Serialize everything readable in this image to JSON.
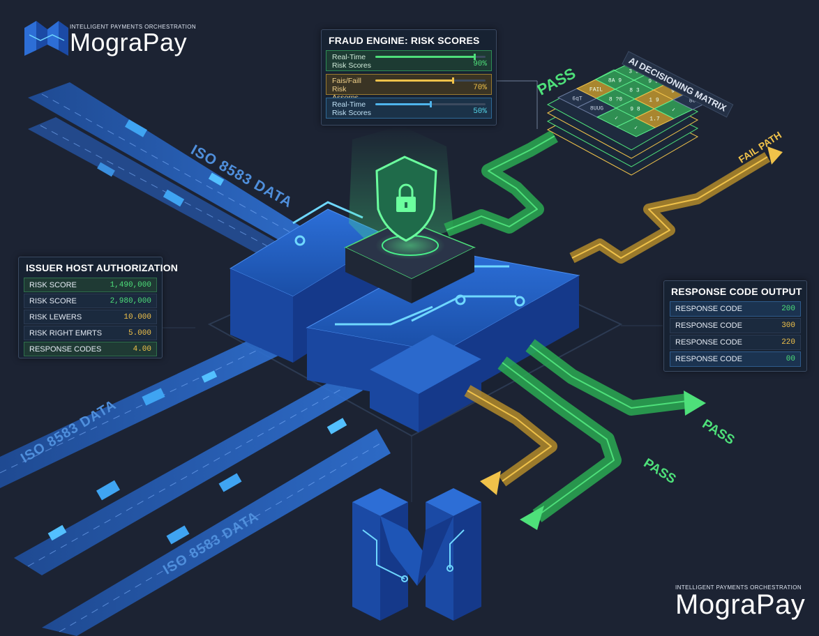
{
  "brand": {
    "tagline": "INTELLIGENT PAYMENTS ORCHESTRATION",
    "name": "MograPay"
  },
  "fraud_engine": {
    "title": "FRAUD ENGINE: RISK SCORES",
    "rows": [
      {
        "label_line1": "Real-Time",
        "label_line2": "Risk Scores",
        "percent": "90%",
        "level": 0.9
      },
      {
        "label_line1": "Fais/Faill",
        "label_line2": "Risk Assorns",
        "percent": "70%",
        "level": 0.7
      },
      {
        "label_line1": "Real-Time",
        "label_line2": "Risk Scores",
        "percent": "50%",
        "level": 0.5
      }
    ]
  },
  "issuer_host": {
    "title": "ISSUER HOST AUTHORIZATION",
    "rows": [
      {
        "label": "RISK SCORE",
        "value": "1,490,000"
      },
      {
        "label": "RISK SCORE",
        "value": "2,980,000"
      },
      {
        "label": "RISK LEWERS",
        "value": "10.000"
      },
      {
        "label": "RISK RIGHT EMRTS",
        "value": "5.000"
      },
      {
        "label": "RESPONSE CODES",
        "value": "4.00"
      }
    ]
  },
  "response_output": {
    "title": "RESPONSE CODE OUTPUT",
    "rows": [
      {
        "label": "RESPONSE CODE",
        "value": "200"
      },
      {
        "label": "RESPONSE CODE",
        "value": "300"
      },
      {
        "label": "RESPONSE CODE",
        "value": "220"
      },
      {
        "label": "RESPONSE CODE",
        "value": "00"
      }
    ]
  },
  "matrix": {
    "title": "AI DECISIONING MATRIX",
    "cells": [
      {
        "text": "6qT",
        "status": "dark"
      },
      {
        "text": "FAIL",
        "status": "fail"
      },
      {
        "text": "8A 9",
        "status": "pass"
      },
      {
        "text": "3 9",
        "status": "pass"
      },
      {
        "text": "8UUG",
        "status": "dark"
      },
      {
        "text": "8 ?0",
        "status": "pass"
      },
      {
        "text": "8 3",
        "status": "pass"
      },
      {
        "text": "9 9",
        "status": "pass"
      },
      {
        "text": "✓",
        "status": "pass"
      },
      {
        "text": "9 8",
        "status": "pass"
      },
      {
        "text": "1 9",
        "status": "fail"
      },
      {
        "text": "9",
        "status": "fail"
      },
      {
        "text": "✓",
        "status": "pass"
      },
      {
        "text": "1.7",
        "status": "fail"
      },
      {
        "text": "✓",
        "status": "pass"
      },
      {
        "text": "88",
        "status": "dark"
      }
    ]
  },
  "lanes": {
    "top": "ISO 8583 DATA",
    "middle": "ISO 8583 DATA",
    "bottom": "ISO 8583 DATA"
  },
  "paths": {
    "pass_top": "PASS",
    "fail": "FAIL PATH",
    "pass_right": "PASS",
    "pass_bottom": "PASS"
  },
  "colors": {
    "background": "#1c2333",
    "pass": "#3fd46a",
    "fail": "#e2b33b",
    "lane": "#2f72d6",
    "accent": "#55d6e8"
  }
}
